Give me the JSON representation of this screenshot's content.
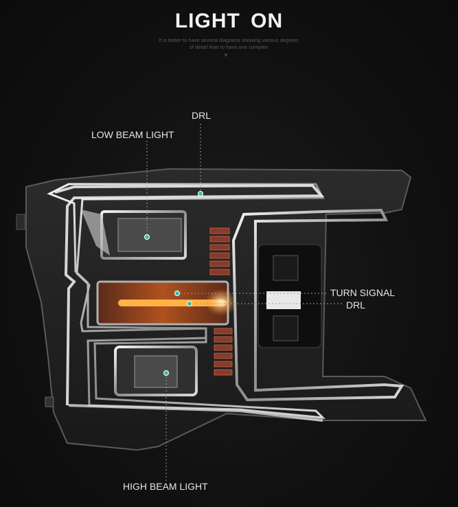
{
  "header": {
    "title": "LIGHT  ON",
    "subtitle_line1": "It is better to have several diagrams showing various degrees",
    "subtitle_line2": "of detail than to have one complex"
  },
  "labels": {
    "drl_top": "DRL",
    "low_beam": "LOW BEAM LIGHT",
    "turn_signal": "TURN SIGNAL",
    "drl_side": "DRL",
    "high_beam": "HIGH BEAM LIGHT"
  },
  "icons": {
    "chevron": "▼"
  },
  "colors": {
    "background": "#111111",
    "marker": "#3fb8a0",
    "turn_signal": "#ff9a2a",
    "chrome": "#cfcfcf"
  }
}
